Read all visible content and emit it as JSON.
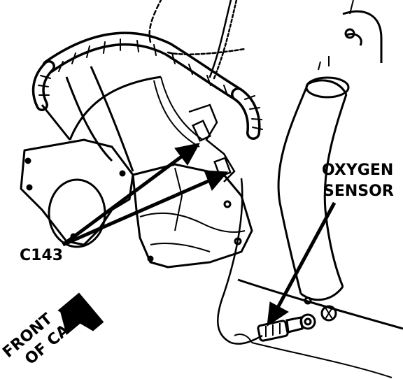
{
  "labels": {
    "oxygen_line1": "OXYGEN",
    "oxygen_line2": "SENSOR",
    "connector": "C143",
    "front_line1": "FRONT",
    "front_line2": "OF CAR"
  },
  "colors": {
    "ink": "#000000",
    "paper": "#ffffff"
  }
}
